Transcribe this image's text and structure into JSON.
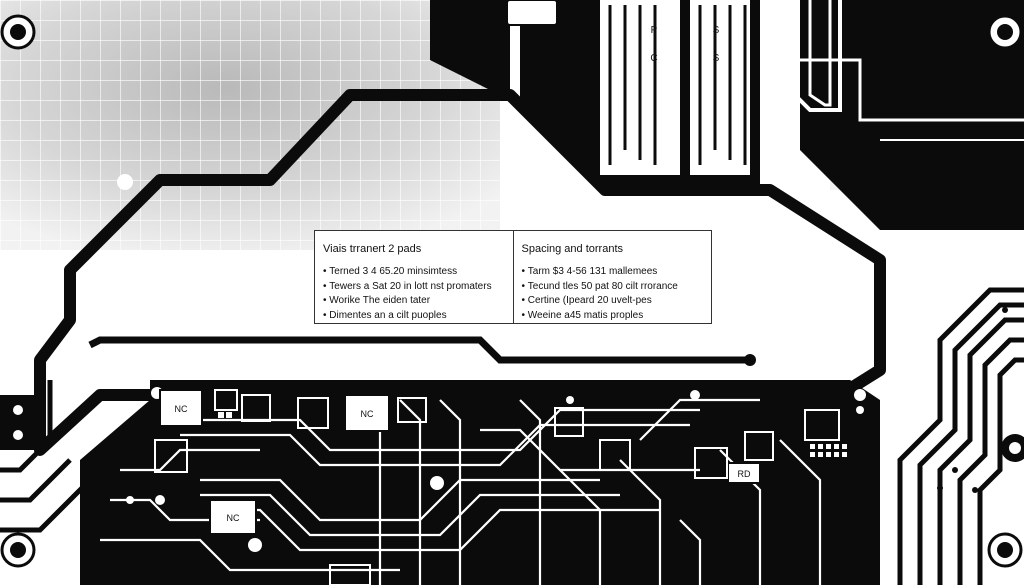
{
  "diagram": {
    "table": {
      "columns": [
        {
          "title": "Viais trranert 2 pads",
          "items": [
            "Terned 3 4 65.20 minsimtess",
            "Tewers a Sat 20 in lott nst promaters",
            "Worike The eiden tater",
            "Dimentes an a cilt puoples"
          ]
        },
        {
          "title": "Spacing and torrants",
          "items": [
            "Tarm $3 4-56 131 mallemees",
            "Tecund tles 50 pat 80 cilt rrorance",
            "Certine (Ipeard 20 uvelt-pes",
            "Weeine a45 matis proples"
          ]
        }
      ]
    },
    "chip_labels": [
      "NC",
      "NC",
      "NC",
      "RD"
    ],
    "connector_labels": [
      "P",
      "C",
      "S",
      "S"
    ]
  }
}
